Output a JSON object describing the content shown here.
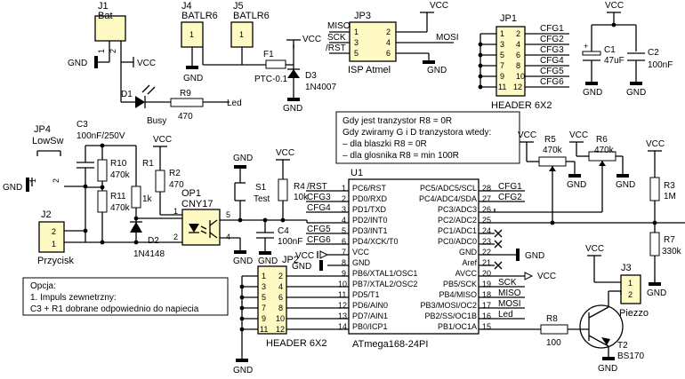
{
  "j1": {
    "ref": "J1",
    "name": "Bat",
    "p1": "1",
    "p2": "2"
  },
  "j4": {
    "ref": "J4",
    "name": "BATLR6",
    "p": "1"
  },
  "j5": {
    "ref": "J5",
    "name": "BATLR6",
    "p": "1"
  },
  "jp3": {
    "ref": "JP3",
    "name": "ISP Atmel",
    "miso": "MISO",
    "sck": "SCK",
    "rst": "/RST",
    "mosi": "MOSI",
    "pins": [
      "1",
      "2",
      "3",
      "4",
      "5",
      "6"
    ]
  },
  "jp1": {
    "ref": "JP1",
    "name": "HEADER 6X2",
    "cfg": [
      "CFG1",
      "CFG2",
      "CFG3",
      "CFG4",
      "CFG5",
      "CFG6"
    ],
    "left": [
      "1",
      "3",
      "5",
      "7",
      "9",
      "11"
    ],
    "right": [
      "2",
      "4",
      "6",
      "8",
      "10",
      "12"
    ]
  },
  "c1": {
    "ref": "C1",
    "value": "47uF"
  },
  "c2": {
    "ref": "C2",
    "value": "100nF"
  },
  "f1": {
    "ref": "F1",
    "value": "PTC-0.1"
  },
  "d3": {
    "ref": "D3",
    "value": "1N4007"
  },
  "d1": {
    "ref": "D1",
    "value": "Busy"
  },
  "r9": {
    "ref": "R9",
    "value": "470"
  },
  "led_label": "Led",
  "gnd": "GND",
  "vcc": "VCC",
  "jp4": {
    "ref": "JP4",
    "name": "LowSw",
    "p1": "1",
    "p2": "2"
  },
  "c3": {
    "ref": "C3",
    "value": "100nF/250V"
  },
  "r10": {
    "ref": "R10",
    "value": "470k"
  },
  "r11": {
    "ref": "R11",
    "value": "470k"
  },
  "r1": {
    "ref": "R1",
    "value": "1k"
  },
  "r2": {
    "ref": "R2",
    "value": "470"
  },
  "op1": {
    "ref": "OP1",
    "value": "CNY17",
    "pins": [
      "1",
      "2",
      "5",
      "4"
    ]
  },
  "s1": {
    "ref": "S1",
    "value": "Test"
  },
  "r4": {
    "ref": "R4",
    "value": "10k"
  },
  "c4": {
    "ref": "C4",
    "value": "100nF"
  },
  "j2": {
    "ref": "J2",
    "name": "Przycisk",
    "p1": "2",
    "p2": "1"
  },
  "d2": {
    "ref": "D2",
    "value": "1N4148"
  },
  "note_r8": {
    "l1": "Gdy jest tranzystor R8 = 0R",
    "l2": "Gdy zwiramy G i D tranzystora wtedy:",
    "l3": "– dla blaszki R8 = 0R",
    "l4": "– dla glosnika R8 = min 100R"
  },
  "u1": {
    "ref": "U1",
    "name": "ATmega168-24PI",
    "left": [
      {
        "pin": "1",
        "label": "PC6/RST",
        "net": "/RST"
      },
      {
        "pin": "2",
        "label": "PD0/RXD",
        "net": "CFG3"
      },
      {
        "pin": "3",
        "label": "PD1/TXD",
        "net": "CFG4"
      },
      {
        "pin": "4",
        "label": "PD2/INT0",
        "net": ""
      },
      {
        "pin": "5",
        "label": "PD3/INT1",
        "net": "CFG5"
      },
      {
        "pin": "6",
        "label": "PD4/XCK/T0",
        "net": "CFG6"
      },
      {
        "pin": "7",
        "label": "VCC",
        "net": ""
      },
      {
        "pin": "8",
        "label": "GND",
        "net": ""
      },
      {
        "pin": "9",
        "label": "PB6/XTAL1/OSC1",
        "net": ""
      },
      {
        "pin": "10",
        "label": "PB7/XTAL2/OSC2",
        "net": ""
      },
      {
        "pin": "11",
        "label": "PD5/T1",
        "net": ""
      },
      {
        "pin": "12",
        "label": "PD6/AIN0",
        "net": ""
      },
      {
        "pin": "13",
        "label": "PD7/AIN1",
        "net": ""
      },
      {
        "pin": "14",
        "label": "PB0/ICP1",
        "net": ""
      }
    ],
    "right": [
      {
        "pin": "28",
        "label": "PC5/ADC5/SCL",
        "net": "CFG1"
      },
      {
        "pin": "27",
        "label": "PC4/ADC4/SDA",
        "net": "CFG2"
      },
      {
        "pin": "26",
        "label": "PC3/ADC3",
        "net": ""
      },
      {
        "pin": "25",
        "label": "PC2/ADC2",
        "net": ""
      },
      {
        "pin": "24",
        "label": "PC1/ADC1",
        "net": ""
      },
      {
        "pin": "23",
        "label": "PC0/ADC0",
        "net": ""
      },
      {
        "pin": "22",
        "label": "GND",
        "net": ""
      },
      {
        "pin": "21",
        "label": "Aref",
        "net": ""
      },
      {
        "pin": "20",
        "label": "AVCC",
        "net": ""
      },
      {
        "pin": "19",
        "label": "PB5/SCK",
        "net": "SCK"
      },
      {
        "pin": "18",
        "label": "PB4/MISO",
        "net": "MISO"
      },
      {
        "pin": "17",
        "label": "PB3/MOSI/OC2",
        "net": "MOSI"
      },
      {
        "pin": "16",
        "label": "PB2/SS/OC1B",
        "net": "Led"
      },
      {
        "pin": "15",
        "label": "PB1/OC1A",
        "net": ""
      }
    ]
  },
  "jp2": {
    "ref": "JP2",
    "name": "HEADER 6X2",
    "left": [
      "1",
      "3",
      "5",
      "7",
      "9",
      "11"
    ],
    "right": [
      "2",
      "4",
      "6",
      "8",
      "10",
      "12"
    ]
  },
  "r5": {
    "ref": "R5",
    "value": "470k"
  },
  "r6": {
    "ref": "R6",
    "value": "470k"
  },
  "r3": {
    "ref": "R3",
    "value": "1M"
  },
  "r7": {
    "ref": "R7",
    "value": "330k"
  },
  "r8": {
    "ref": "R8",
    "value": "100"
  },
  "j3": {
    "ref": "J3",
    "name": "Piezzo",
    "p1": "1",
    "p2": "2"
  },
  "t2": {
    "ref": "T2",
    "value": "BS170"
  },
  "opcja": {
    "l1": "Opcja:",
    "l2": "1. Impuls zewnetrzny:",
    "l3": "C3 + R1 dobrane odpowiednio do napiecia"
  }
}
